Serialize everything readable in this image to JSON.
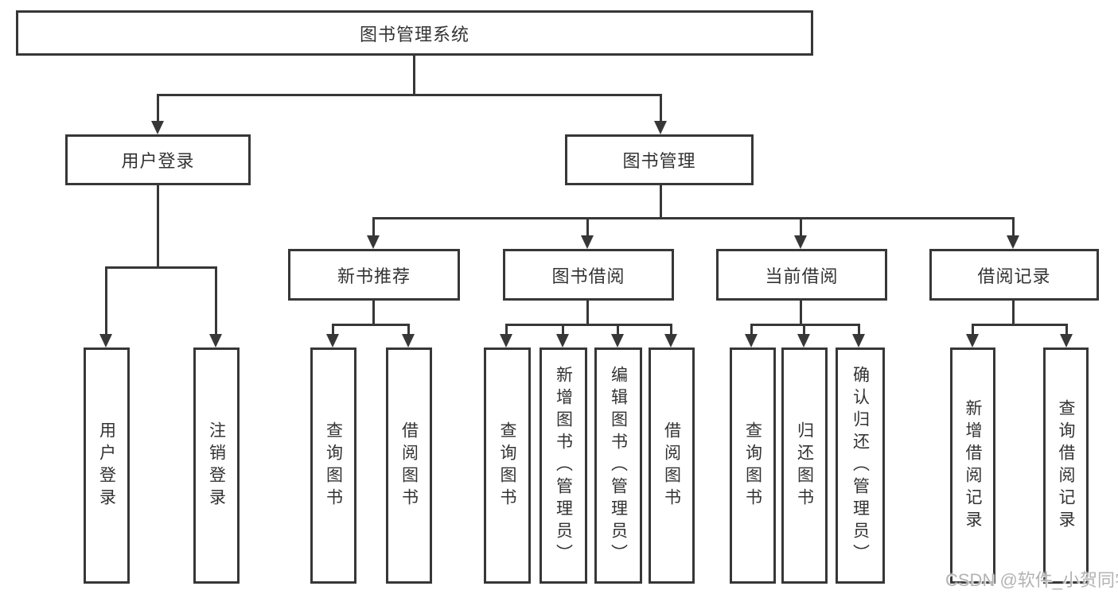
{
  "diagram": {
    "root": "图书管理系统",
    "branches": [
      {
        "label": "用户登录",
        "children": [
          "用户登录",
          "注销登录"
        ]
      },
      {
        "label": "图书管理",
        "sections": [
          {
            "label": "新书推荐",
            "children": [
              "查询图书",
              "借阅图书"
            ]
          },
          {
            "label": "图书借阅",
            "children": [
              "查询图书",
              "新增图书（管理员）",
              "编辑图书（管理员）",
              "借阅图书"
            ]
          },
          {
            "label": "当前借阅",
            "children": [
              "查询图书",
              "归还图书",
              "确认归还（管理员）"
            ]
          },
          {
            "label": "借阅记录",
            "children": [
              "新增借阅记录",
              "查询借阅记录"
            ]
          }
        ]
      }
    ]
  },
  "watermark": {
    "text": "CSDN @软件_小贺同学"
  },
  "colors": {
    "line": "#373737",
    "text": "#333333",
    "watermark": "#b3b3b3",
    "background": "#ffffff"
  }
}
